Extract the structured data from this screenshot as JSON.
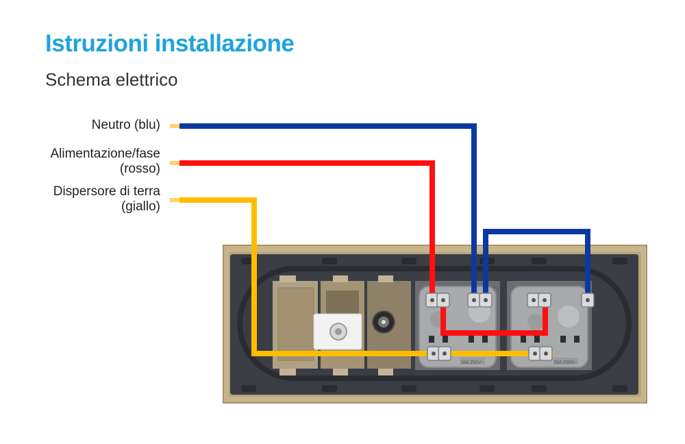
{
  "header": {
    "title": "Istruzioni installazione",
    "subtitle": "Schema elettrico"
  },
  "wires": [
    {
      "id": "neutral",
      "label_line1": "Neutro (blu)",
      "label_line2": "",
      "color": "#0a3aa0"
    },
    {
      "id": "phase",
      "label_line1": "Alimentazione/fase",
      "label_line2": "(rosso)",
      "color": "#ff1010"
    },
    {
      "id": "earth",
      "label_line1": "Dispersore di terra",
      "label_line2": "(giallo)",
      "color": "#ffbd00"
    }
  ],
  "plate": {
    "frame_color": "#c9b58c",
    "backplate_color": "#3a3d44",
    "module_color": "#b0a184",
    "socket_color": "#a7a9ab",
    "socket_label": "16A 250V~"
  }
}
